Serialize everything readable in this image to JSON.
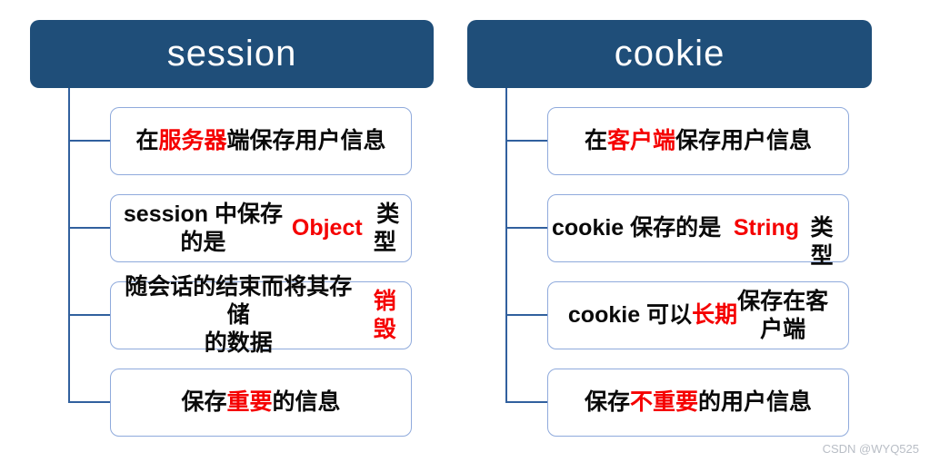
{
  "page": {
    "watermark": "CSDN @WYQ525"
  },
  "colors": {
    "header_bg": "#1F4E79",
    "header_text": "#FFFFFF",
    "connector": "#31609E",
    "box_border": "#8FAADC",
    "box_bg": "#FFFFFF",
    "text": "#0A0A0A",
    "highlight": "#F50000",
    "watermark": "#B9BEC6",
    "background": "#FFFFFF"
  },
  "columns": [
    {
      "title": "session",
      "items": [
        {
          "segments": [
            {
              "text": "在"
            },
            {
              "text": "服务器",
              "red": true
            },
            {
              "text": "端保存用户信息"
            }
          ]
        },
        {
          "segments": [
            {
              "text": "session 中保存的是\n"
            },
            {
              "text": "Object",
              "red": true
            },
            {
              "text": " 类型"
            }
          ]
        },
        {
          "segments": [
            {
              "text": "随会话的结束而将其存储\n的数据"
            },
            {
              "text": "销毁",
              "red": true
            }
          ]
        },
        {
          "segments": [
            {
              "text": "保存"
            },
            {
              "text": "重要",
              "red": true
            },
            {
              "text": "的信息"
            }
          ]
        }
      ]
    },
    {
      "title": "cookie",
      "items": [
        {
          "segments": [
            {
              "text": "在"
            },
            {
              "text": "客户端",
              "red": true
            },
            {
              "text": "保存用户信息"
            }
          ]
        },
        {
          "segments": [
            {
              "text": "cookie 保存的是  "
            },
            {
              "text": "String",
              "red": true
            },
            {
              "text": "\n类型"
            }
          ]
        },
        {
          "segments": [
            {
              "text": "cookie 可以"
            },
            {
              "text": "长期",
              "red": true
            },
            {
              "text": "保存在客\n户端"
            }
          ]
        },
        {
          "segments": [
            {
              "text": "保存"
            },
            {
              "text": "不重要",
              "red": true
            },
            {
              "text": "的用户信息"
            }
          ]
        }
      ]
    }
  ]
}
